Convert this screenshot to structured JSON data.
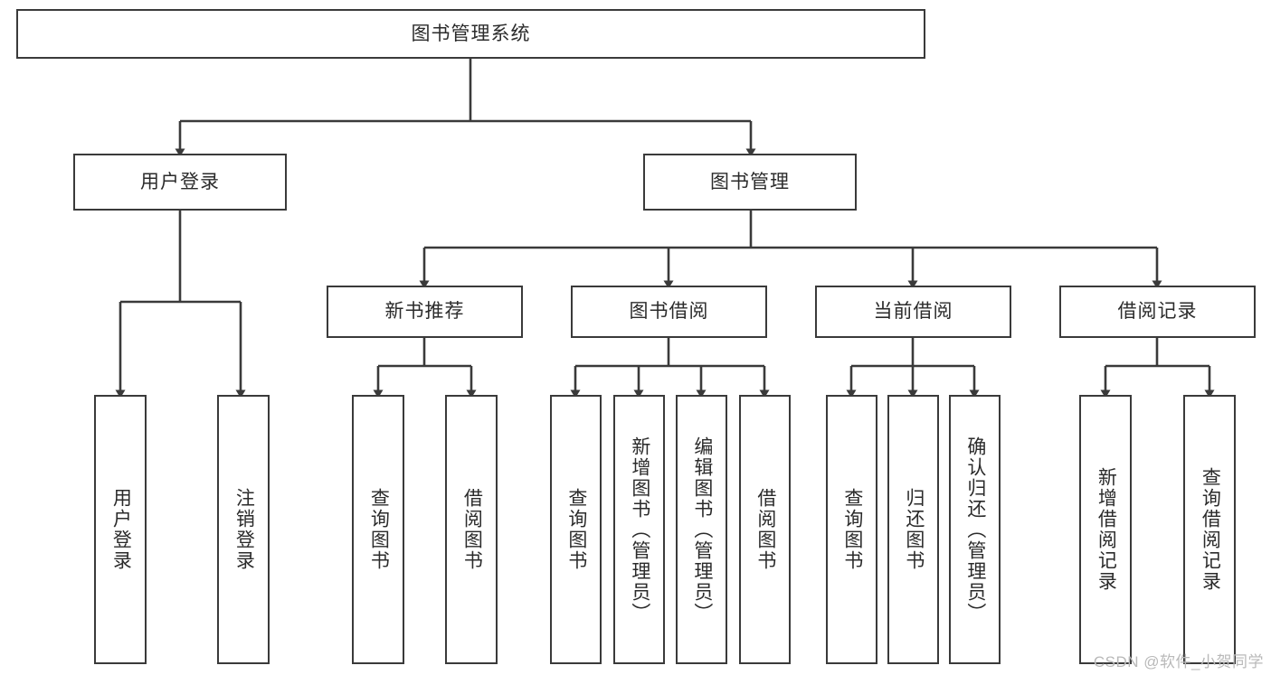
{
  "diagram": {
    "title": "图书管理系统",
    "type": "tree",
    "style": {
      "box_border_color": "#3a3a3a",
      "box_fill_color": "#ffffff",
      "line_color": "#3a3a3a",
      "text_color": "#2b2b2b",
      "background": "#ffffff"
    },
    "root": {
      "id": "root",
      "label": "图书管理系统",
      "orientation": "horizontal"
    },
    "level2": [
      {
        "id": "user-login",
        "label": "用户登录",
        "orientation": "horizontal"
      },
      {
        "id": "book-manage",
        "label": "图书管理",
        "orientation": "horizontal"
      }
    ],
    "level3": [
      {
        "id": "new-book-recommend",
        "label": "新书推荐",
        "orientation": "horizontal",
        "parent": "book-manage"
      },
      {
        "id": "book-borrow",
        "label": "图书借阅",
        "orientation": "horizontal",
        "parent": "book-manage"
      },
      {
        "id": "current-borrow",
        "label": "当前借阅",
        "orientation": "horizontal",
        "parent": "book-manage"
      },
      {
        "id": "borrow-record",
        "label": "借阅记录",
        "orientation": "horizontal",
        "parent": "book-manage"
      }
    ],
    "leaves": [
      {
        "id": "leaf-user-login",
        "label": "用户登录",
        "orientation": "vertical",
        "parent": "user-login"
      },
      {
        "id": "leaf-user-logout",
        "label": "注销登录",
        "orientation": "vertical",
        "parent": "user-login"
      },
      {
        "id": "leaf-query-book-1",
        "label": "查询图书",
        "orientation": "vertical",
        "parent": "new-book-recommend"
      },
      {
        "id": "leaf-borrow-book-1",
        "label": "借阅图书",
        "orientation": "vertical",
        "parent": "new-book-recommend"
      },
      {
        "id": "leaf-query-book-2",
        "label": "查询图书",
        "orientation": "vertical",
        "parent": "book-borrow"
      },
      {
        "id": "leaf-add-book",
        "label": "新增图书（管理员）",
        "orientation": "vertical",
        "parent": "book-borrow"
      },
      {
        "id": "leaf-edit-book",
        "label": "编辑图书（管理员）",
        "orientation": "vertical",
        "parent": "book-borrow"
      },
      {
        "id": "leaf-borrow-book-2",
        "label": "借阅图书",
        "orientation": "vertical",
        "parent": "book-borrow"
      },
      {
        "id": "leaf-query-book-3",
        "label": "查询图书",
        "orientation": "vertical",
        "parent": "current-borrow"
      },
      {
        "id": "leaf-return-book",
        "label": "归还图书",
        "orientation": "vertical",
        "parent": "current-borrow"
      },
      {
        "id": "leaf-confirm-return",
        "label": "确认归还（管理员）",
        "orientation": "vertical",
        "parent": "current-borrow"
      },
      {
        "id": "leaf-add-record",
        "label": "新增借阅记录",
        "orientation": "vertical",
        "parent": "borrow-record"
      },
      {
        "id": "leaf-query-record",
        "label": "查询借阅记录",
        "orientation": "vertical",
        "parent": "borrow-record"
      }
    ]
  },
  "watermark": {
    "text": "CSDN @软件_小贺同学"
  }
}
